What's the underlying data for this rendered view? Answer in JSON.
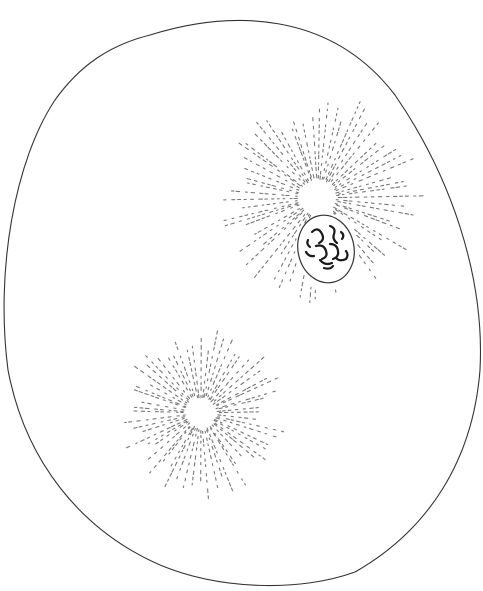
{
  "figure": {
    "kind": "scientific-illustration",
    "subject": "cell-with-asters",
    "style": "pen-and-ink",
    "colors": {
      "background": "#ffffff",
      "ink": "#333333",
      "stipple": "#777777",
      "chromatin": "#1a1a1a"
    },
    "parts": [
      "cell-membrane",
      "upper-aster",
      "lower-aster",
      "nucleus",
      "chromosomes"
    ]
  }
}
